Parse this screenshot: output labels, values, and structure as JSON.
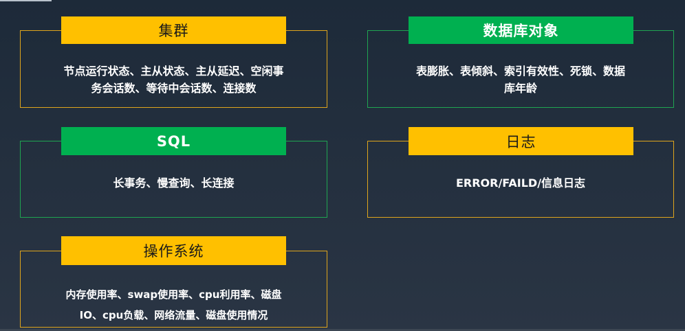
{
  "cards": [
    {
      "title": "集群",
      "lines": [
        "节点运行状态、主从状态、主从延迟、空闲事",
        "务会话数、等待中会话数、连接数"
      ]
    },
    {
      "title": "数据库对象",
      "lines": [
        "表膨胀、表倾斜、索引有效性、死锁、数据",
        "库年龄"
      ]
    },
    {
      "title": "SQL",
      "lines": [
        "长事务、慢查询、长连接"
      ]
    },
    {
      "title": "日志",
      "lines": [
        "ERROR/FAILD/信息日志"
      ]
    },
    {
      "title": "操作系统",
      "lines": [
        "内存使用率、swap使用率、cpu利用率、磁盘",
        "IO、cpu负载、网络流量、磁盘使用情况"
      ]
    }
  ],
  "colors": {
    "gold": "#ffc000",
    "green": "#00b050",
    "gold_border": "#e0a61c",
    "green_border": "#1fa651"
  }
}
